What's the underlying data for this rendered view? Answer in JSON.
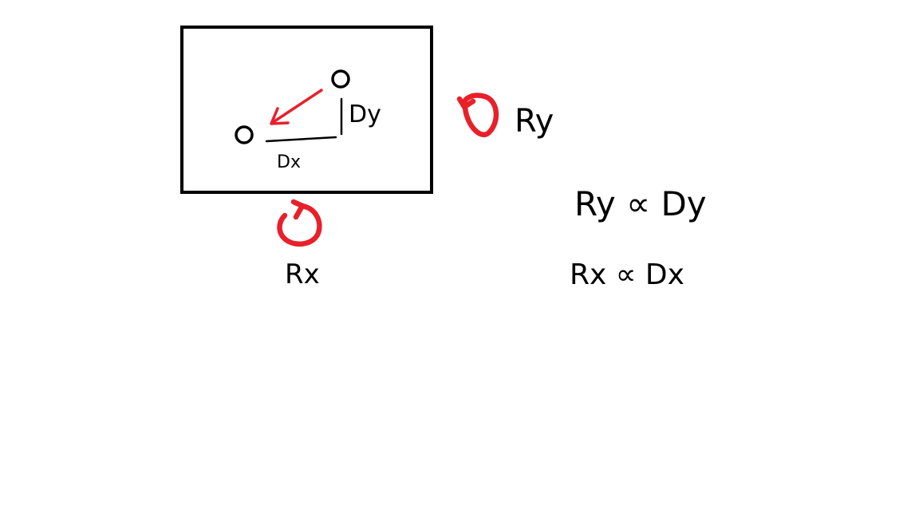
{
  "labels": {
    "dy": "Dy",
    "dx": "Dx",
    "ry": "Ry",
    "rx": "Rx",
    "relation_y": "Ry ∝ Dy",
    "relation_x": "Rx ∝ Dx"
  },
  "colors": {
    "ink": "#000000",
    "marker": "#e8202a",
    "background": "#ffffff"
  },
  "icons": {
    "rotate_y": "rotate-arrow-icon",
    "rotate_x": "rotate-arrow-icon"
  }
}
